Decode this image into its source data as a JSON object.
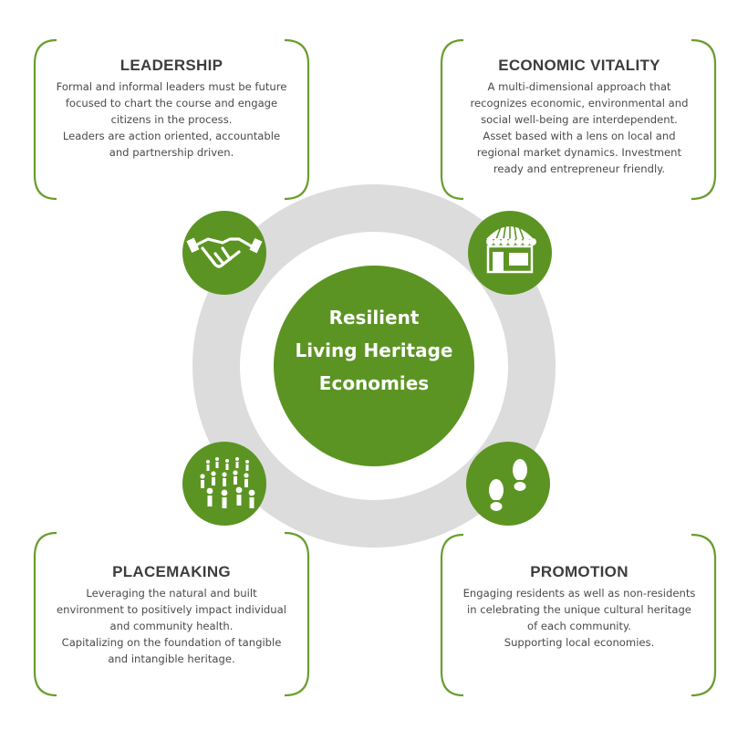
{
  "colors": {
    "green": "#5b9422",
    "ring": "#dcdcdc",
    "text": "#404040"
  },
  "center": {
    "lines": [
      "Resilient",
      "Living Heritage",
      "Economies"
    ]
  },
  "sections": {
    "leadership": {
      "title": "LEADERSHIP",
      "icon": "handshake-icon",
      "lines": [
        "Formal and informal leaders must be future",
        "focused to chart the course and engage",
        "citizens in the process.",
        "Leaders are action oriented, accountable",
        "and partnership driven."
      ]
    },
    "economic_vitality": {
      "title": "ECONOMIC VITALITY",
      "icon": "storefront-icon",
      "lines": [
        "A multi-dimensional approach that",
        "recognizes economic, environmental and",
        "social well-being are interdependent.",
        "Asset based with a lens on local and",
        "regional market dynamics. Investment",
        "ready and entrepreneur friendly."
      ]
    },
    "placemaking": {
      "title": "PLACEMAKING",
      "icon": "people-crowd-icon",
      "lines": [
        "Leveraging the natural and built",
        "environment to positively impact individual",
        "and community health.",
        "Capitalizing on the foundation of  tangible",
        "and  intangible heritage."
      ]
    },
    "promotion": {
      "title": "PROMOTION",
      "icon": "footprints-icon",
      "lines": [
        "Engaging residents as well as non-residents",
        "in celebrating the unique cultural heritage",
        "of each community.",
        "Supporting local economies."
      ]
    }
  }
}
